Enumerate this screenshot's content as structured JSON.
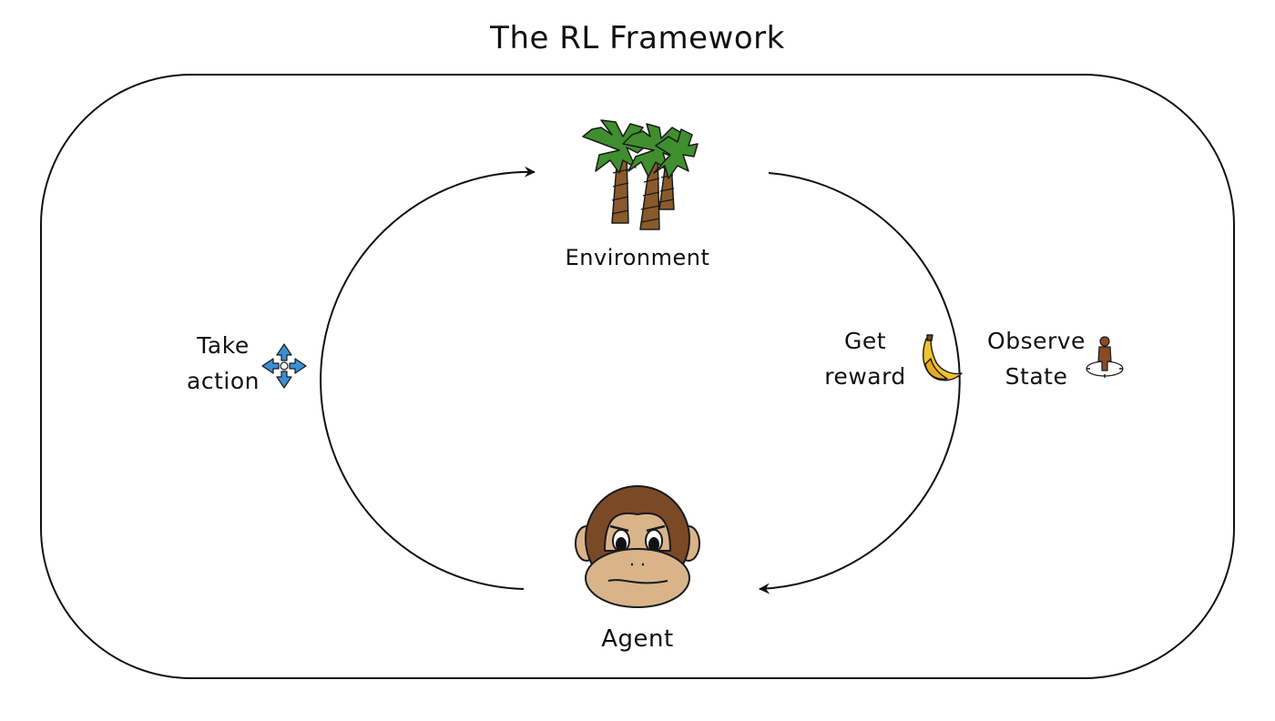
{
  "diagram": {
    "title": "The RL Framework",
    "nodes": {
      "environment": {
        "label": "Environment",
        "icon": "palm-trees-icon"
      },
      "agent": {
        "label": "Agent",
        "icon": "monkey-face-icon"
      }
    },
    "edges": {
      "take_action": {
        "line1": "Take",
        "line2": "action",
        "icon": "move-arrows-icon"
      },
      "get_reward": {
        "line1": "Get",
        "line2": "reward",
        "icon": "banana-icon"
      },
      "observe_state": {
        "line1": "Observe",
        "line2": "State",
        "icon": "person-target-icon"
      }
    },
    "colors": {
      "stroke": "#111111",
      "palm_leaf": "#3f8f2e",
      "palm_trunk": "#8a5a2b",
      "monkey_fur": "#7a4a26",
      "monkey_face": "#d9b48a",
      "banana": "#f2c12e",
      "move_icon": "#3a8fd6",
      "person": "#8a4b26"
    }
  }
}
